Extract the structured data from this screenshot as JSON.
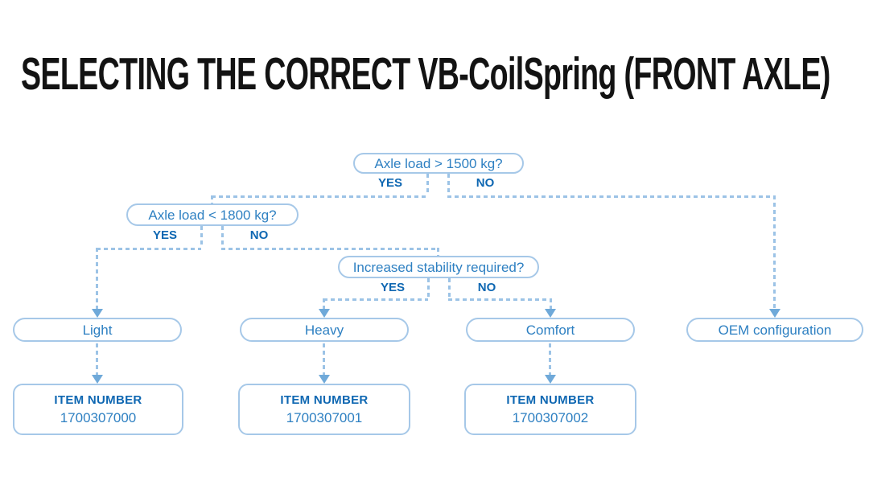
{
  "title": "SELECTING THE CORRECT VB-CoilSpring (FRONT AXLE)",
  "colors": {
    "border": "#a6c8e8",
    "dash": "#9cc3e6",
    "arrow": "#6fa9d9",
    "question_text": "#2e80c2",
    "strong_text": "#0e67b2",
    "title_text": "#131313",
    "background": "#ffffff"
  },
  "decisions": [
    {
      "question": "Axle load > 1500 kg?",
      "yes_label": "YES",
      "no_label": "NO"
    },
    {
      "question": "Axle load < 1800 kg?",
      "yes_label": "YES",
      "no_label": "NO"
    },
    {
      "question": "Increased stability required?",
      "yes_label": "YES",
      "no_label": "NO"
    }
  ],
  "results": [
    {
      "label": "Light",
      "item_number_label": "ITEM NUMBER",
      "item_number": "1700307000"
    },
    {
      "label": "Heavy",
      "item_number_label": "ITEM NUMBER",
      "item_number": "1700307001"
    },
    {
      "label": "Comfort",
      "item_number_label": "ITEM NUMBER",
      "item_number": "1700307002"
    },
    {
      "label": "OEM configuration"
    }
  ]
}
